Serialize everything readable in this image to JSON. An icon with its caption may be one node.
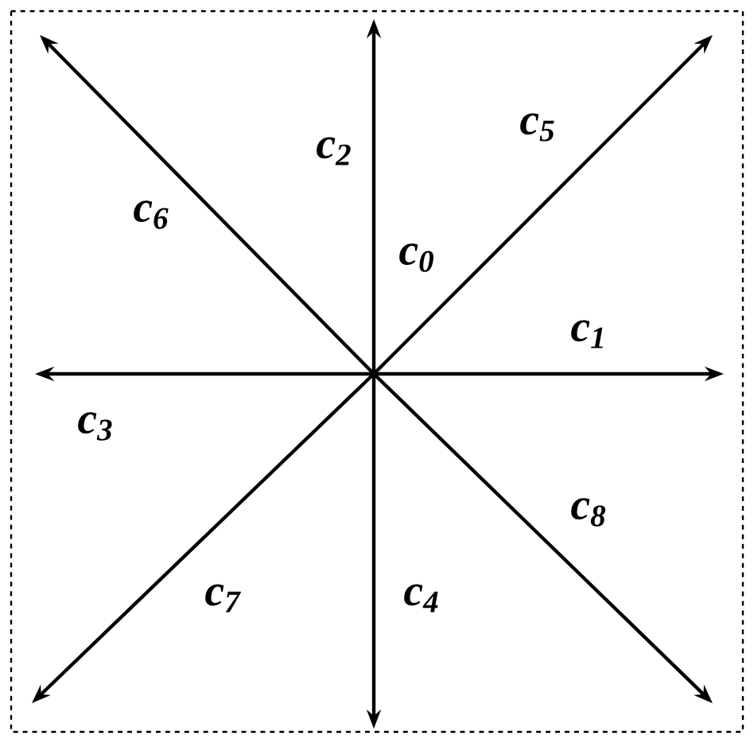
{
  "diagram": {
    "labels": [
      "c$_{5}$",
      "c$_{2}$",
      "c$_{6}$",
      "c$_{0}$",
      "c$_{1}$",
      "c$_{3}$",
      "c$_{8}$",
      "c$_{7}$",
      "c$_{4}$"
    ]
  }
}
